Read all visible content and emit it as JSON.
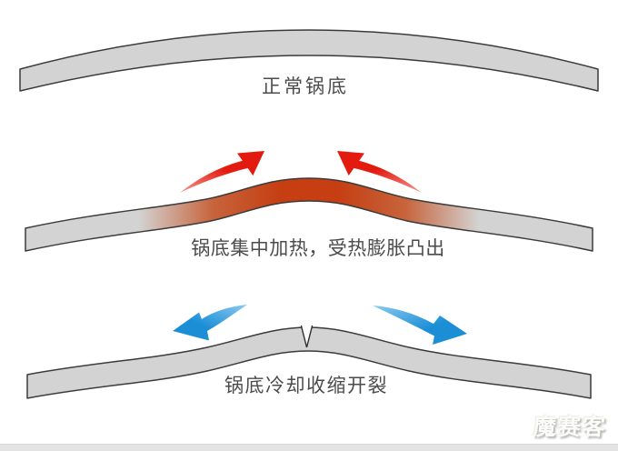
{
  "diagram": {
    "panels": [
      {
        "id": "normal",
        "label": "正常锅底"
      },
      {
        "id": "heated",
        "label": "锅底集中加热，受热膨胀凸出"
      },
      {
        "id": "cracked",
        "label": "锅底冷却收缩开裂"
      }
    ],
    "colors": {
      "pan_gray": "#d3d3d3",
      "pan_outline": "#3b3b3b",
      "heat_center": "#c63e12",
      "heat_blend": "#c7643c",
      "arrow_red": "#e31a10",
      "arrow_red_light": "#f4988c",
      "arrow_blue": "#1b8ed6",
      "arrow_blue_light": "#8ccaef",
      "label_text": "#4b4b4b"
    },
    "watermark": "魔赛客"
  }
}
